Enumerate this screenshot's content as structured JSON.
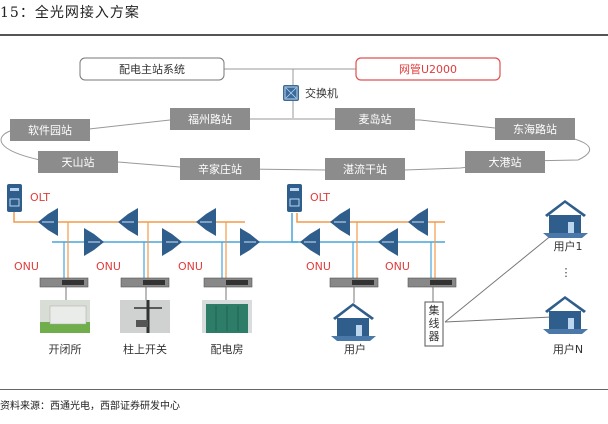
{
  "figure": {
    "title": "15：全光网接入方案",
    "source": "资料来源：西通光电，西部证券研发中心"
  },
  "top": {
    "master_system": "配电主站系统",
    "nms": "网管U2000",
    "switch_label": "交换机"
  },
  "ring": {
    "stations": [
      "软件园站",
      "福州路站",
      "麦岛站",
      "东海路站",
      "天山站",
      "辛家庄站",
      "湛流干站",
      "大港站"
    ]
  },
  "access": {
    "olt_label": "OLT",
    "onu_label": "ONU",
    "endpoints": [
      "开闭所",
      "柱上开关",
      "配电房",
      "用户"
    ],
    "hub_label": "集线器",
    "users": [
      "用户1",
      "⋮",
      "用户N"
    ]
  },
  "colors": {
    "station_fill": "#8c8c8c",
    "nms_border": "#e05050",
    "orange_fiber": "#f29a4a",
    "blue_fiber": "#4aa3d8",
    "device_blue": "#2f5d8c",
    "red_label": "#e03c3c"
  }
}
